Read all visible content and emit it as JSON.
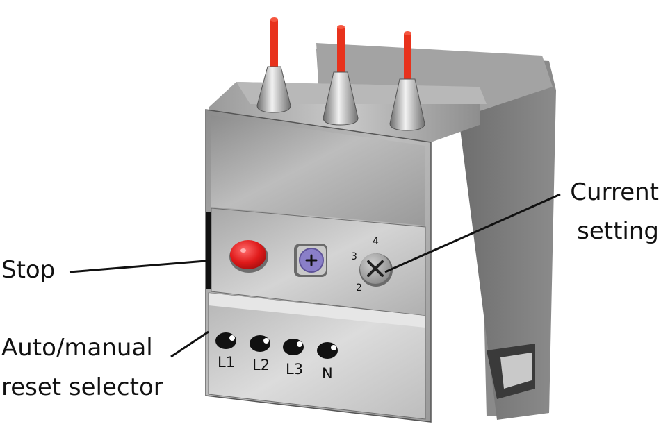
{
  "callouts": {
    "stop": "Stop",
    "auto_manual_line1": "Auto/manual",
    "auto_manual_line2": "reset selector",
    "current_line1": "Current",
    "current_line2": "setting"
  },
  "dial_scale": [
    "2",
    "3",
    "4"
  ],
  "terminals": [
    "L1",
    "L2",
    "L3",
    "N"
  ],
  "colors": {
    "body_gray": "#8f8f8f",
    "panel_gray": "#b4b4b4",
    "stop_button": "#e01b1b",
    "reset_button": "#8a7fc8",
    "wire": "#e8321c"
  }
}
